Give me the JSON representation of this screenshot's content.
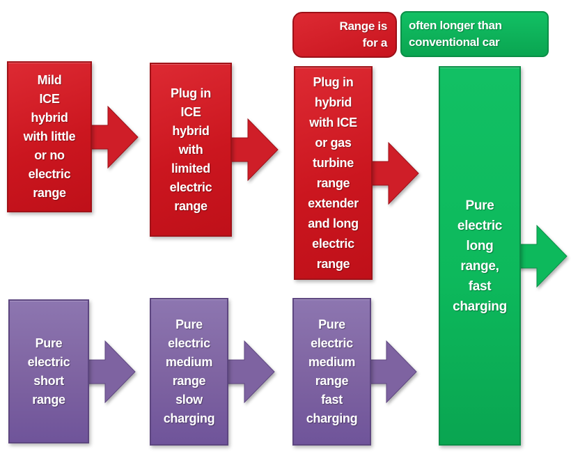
{
  "palette": {
    "red": "#cf1e28",
    "red_border": "#9c1018",
    "purple": "#7e63a1",
    "purple_border": "#5d4680",
    "green": "#0db95c",
    "green_border": "#0a8f47",
    "text": "#ffffff",
    "background": "#ffffff"
  },
  "callouts": {
    "red_note": "Range is\nfor a",
    "green_note": "often longer than\nconventional car"
  },
  "hybrid_track": [
    {
      "label": "Mild\nICE\nhybrid\nwith little\nor no\nelectric\nrange"
    },
    {
      "label": "Plug in\nICE\nhybrid\nwith\nlimited\nelectric\nrange"
    },
    {
      "label": "Plug in\nhybrid\nwith ICE\nor gas\nturbine\nrange\nextender\nand long\nelectric\nrange"
    }
  ],
  "electric_track": [
    {
      "label": "Pure\nelectric\nshort\nrange"
    },
    {
      "label": "Pure\nelectric\nmedium\nrange\nslow\ncharging"
    },
    {
      "label": "Pure\nelectric\nmedium\nrange\nfast\ncharging"
    }
  ],
  "goal": {
    "label": "Pure\nelectric\nlong\nrange,\nfast\ncharging"
  }
}
